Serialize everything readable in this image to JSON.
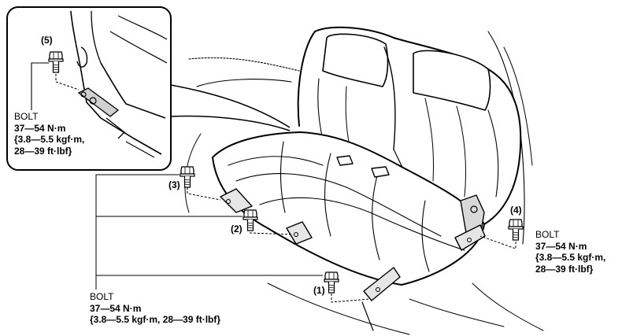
{
  "callouts": {
    "c1": "(1)",
    "c2": "(2)",
    "c3": "(3)",
    "c4": "(4)",
    "c5": "(5)"
  },
  "spec_inset": {
    "name": "BOLT",
    "torque": "37—54 N·m",
    "line2": "{3.8—5.5 kgf·m,",
    "line3": "28—39 ft·lbf}"
  },
  "spec_right": {
    "name": "BOLT",
    "torque": "37—54 N·m",
    "line2": "{3.8—5.5 kgf·m,",
    "line3": "28—39 ft·lbf}"
  },
  "spec_bottom": {
    "name": "BOLT",
    "torque": "37—54 N·m",
    "line2": "{3.8—5.5 kgf·m, 28—39 ft·lbf}"
  }
}
